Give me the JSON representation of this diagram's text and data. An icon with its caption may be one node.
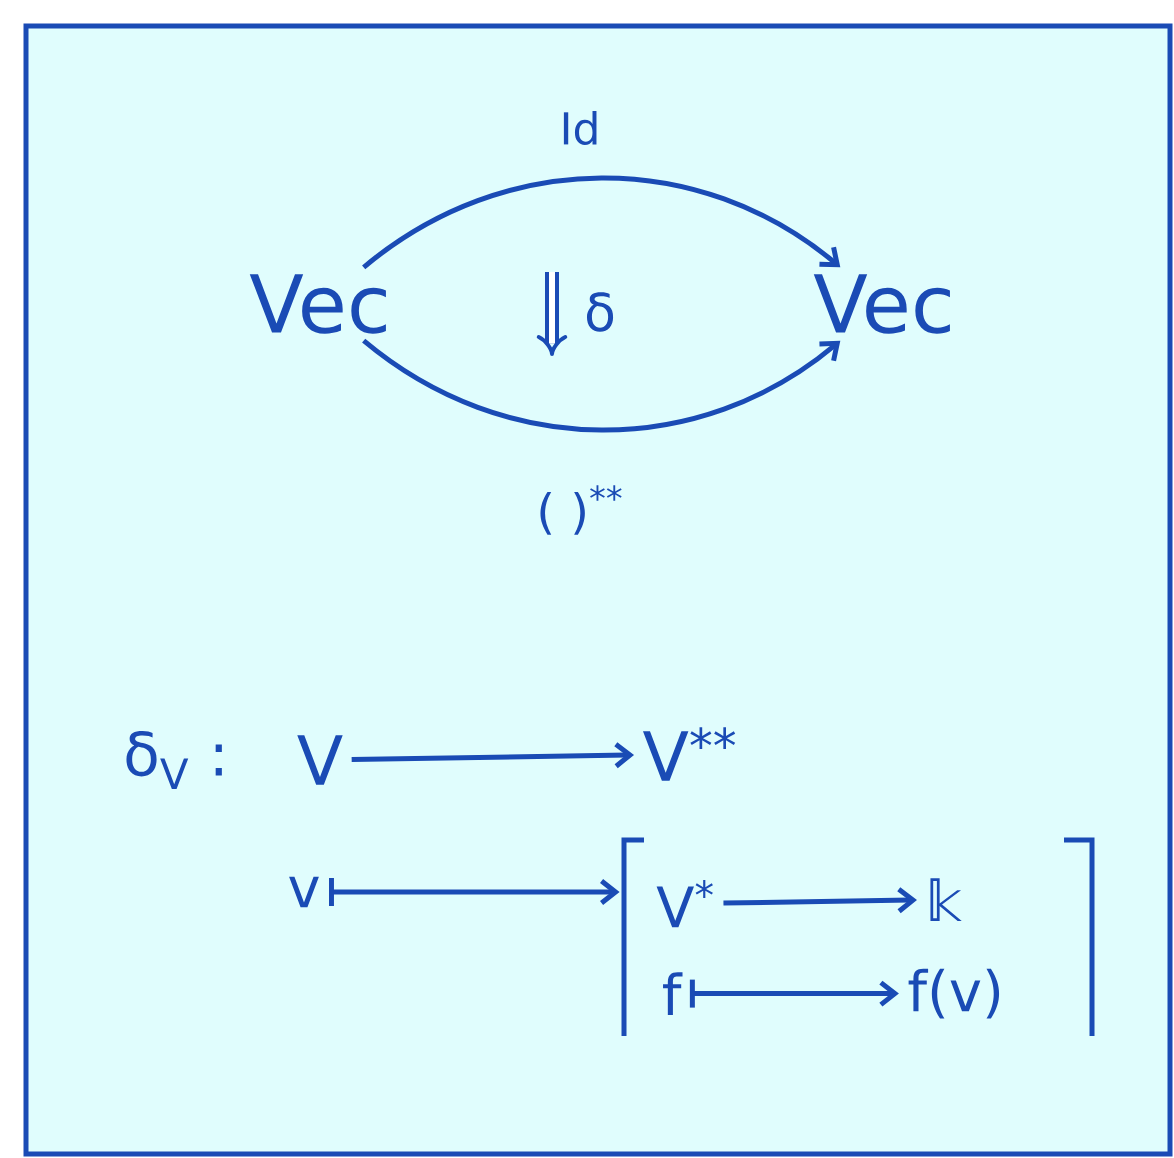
{
  "diagram": {
    "nodes": [
      {
        "text": [
          "Vec"
        ]
      },
      {
        "text": [
          "Vec"
        ]
      },
      {
        "text": [
          "V"
        ]
      },
      {
        "text": [
          "V$^{**}$"
        ]
      },
      {
        "text": [
          "v"
        ]
      },
      {
        "text": [],
        "shape": "box"
      },
      {
        "text": [
          "V$^{*}$"
        ],
        "in": 5
      },
      {
        "text": [
          "𝕜"
        ],
        "in": 5
      },
      {
        "text": [
          "f"
        ],
        "in": 5
      },
      {
        "text": [
          "f(v)"
        ],
        "in": 5
      }
    ],
    "edges": [
      {
        "from": 0,
        "to": 1,
        "arrow": "to",
        "label": "Id"
      },
      {
        "from": 0,
        "to": 1,
        "arrow": "to",
        "label": "( )$^{**}$"
      },
      {
        "from": 2,
        "to": 3,
        "arrow": "to"
      },
      {
        "from": 4,
        "to": 5,
        "arrow": "to"
      },
      {
        "from": 6,
        "to": 7,
        "arrow": "to"
      },
      {
        "from": 8,
        "to": 9,
        "arrow": "to"
      }
    ],
    "labels": [
      "δ",
      "δ$_{V}$ :"
    ]
  }
}
